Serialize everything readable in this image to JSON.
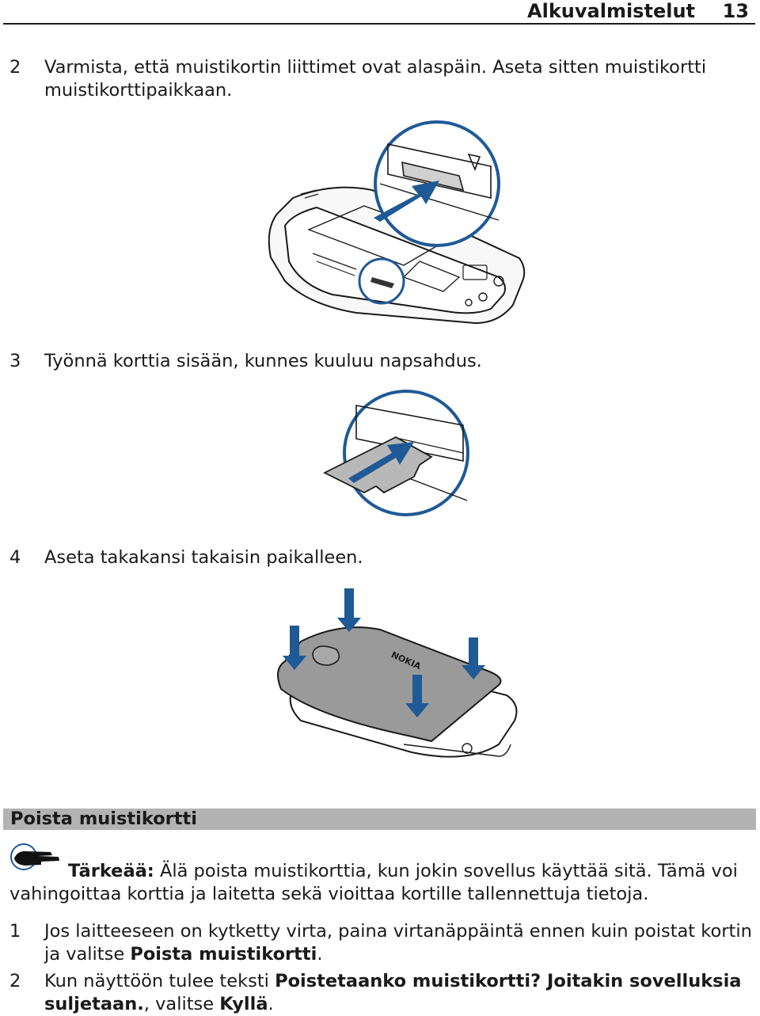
{
  "header": {
    "title": "Alkuvalmistelut",
    "page_number": "13"
  },
  "steps_insert": [
    {
      "num": "2",
      "text": "Varmista, että muistikortin liittimet ovat alaspäin. Aseta sitten muistikortti muistikorttipaikkaan."
    },
    {
      "num": "3",
      "text": "Työnnä korttia sisään, kunnes kuuluu napsahdus."
    },
    {
      "num": "4",
      "text": "Aseta takakansi takaisin paikalleen."
    }
  ],
  "figures": {
    "back_cover_logo": "NOKIA"
  },
  "section": {
    "title": "Poista muistikortti"
  },
  "note": {
    "label": "Tärkeää:",
    "text": " Älä poista muistikorttia, kun jokin sovellus käyttää sitä. Tämä voi vahingoittaa korttia ja laitetta sekä vioittaa kortille tallennettuja tietoja."
  },
  "steps_remove": [
    {
      "num": "1",
      "pre": "Jos laitteeseen on kytketty virta, paina virtanäppäintä ennen kuin poistat kortin ja valitse ",
      "bold": "Poista muistikortti",
      "post": "."
    },
    {
      "num": "2",
      "pre": "Kun näyttöön tulee teksti ",
      "bold": "Poistetaanko muistikortti? Joitakin sovelluksia suljetaan.",
      "mid": ", valitse ",
      "bold2": "Kyllä",
      "post": "."
    }
  ],
  "colors": {
    "accent_blue": "#1f5a96",
    "section_bar": "#b3b3b3",
    "ink": "#1a1a1a"
  }
}
